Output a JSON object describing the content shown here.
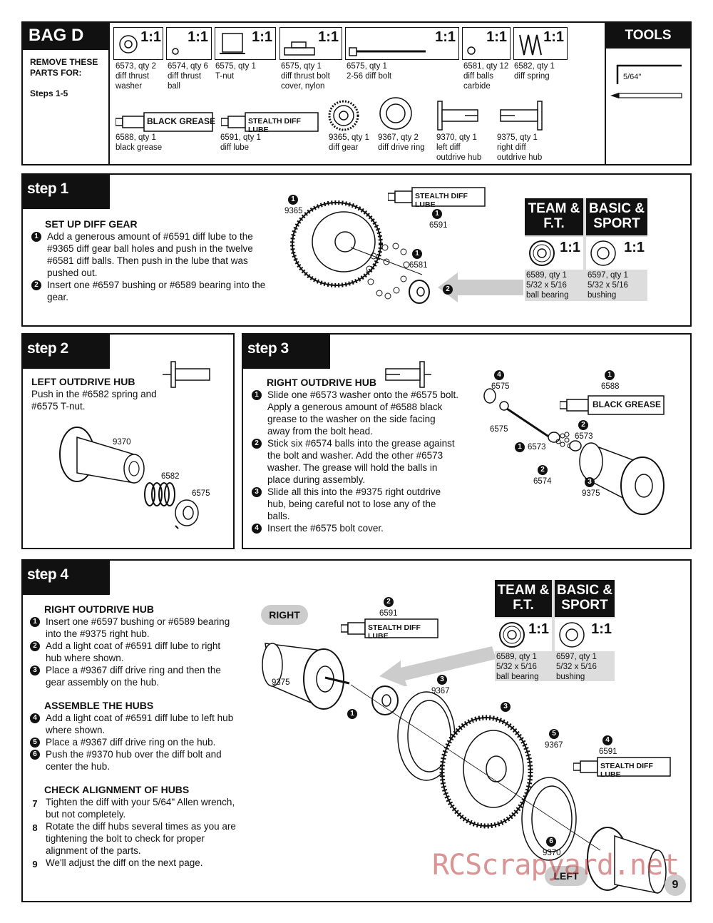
{
  "bag_d": {
    "title": "BAG D",
    "remove_text": "REMOVE THESE PARTS FOR:",
    "steps_text": "Steps 1-5",
    "ratio": "1:1",
    "parts": [
      {
        "l1": "6573, qty 2",
        "l2": "diff thrust",
        "l3": "washer"
      },
      {
        "l1": "6574, qty 6",
        "l2": "diff thrust",
        "l3": "ball"
      },
      {
        "l1": "6575, qty 1",
        "l2": "T-nut",
        "l3": ""
      },
      {
        "l1": "6575, qty 1",
        "l2": "diff thrust bolt",
        "l3": "cover, nylon"
      },
      {
        "l1": "6575, qty 1",
        "l2": "2-56 diff bolt",
        "l3": ""
      },
      {
        "l1": "6581, qty 12",
        "l2": "diff balls",
        "l3": "carbide"
      },
      {
        "l1": "6582, qty 1",
        "l2": "diff spring",
        "l3": ""
      }
    ],
    "parts2": [
      {
        "l1": "6588, qty 1",
        "l2": "black grease",
        "l3": ""
      },
      {
        "l1": "6591, qty 1",
        "l2": "diff lube",
        "l3": ""
      },
      {
        "l1": "9365, qty 1",
        "l2": "diff gear",
        "l3": ""
      },
      {
        "l1": "9367, qty 2",
        "l2": "diff drive ring",
        "l3": ""
      },
      {
        "l1": "9370, qty 1",
        "l2": "left diff",
        "l3": "outdrive hub"
      },
      {
        "l1": "9375, qty 1",
        "l2": "right diff",
        "l3": "outdrive hub"
      }
    ],
    "black_grease_label": "BLACK GREASE",
    "stealth_label": "STEALTH DIFF LUBE",
    "tools_title": "TOOLS USED",
    "allen_label": "5/64\""
  },
  "step1": {
    "tab": "step 1",
    "title": "SET UP DIFF GEAR",
    "items": [
      {
        "n": "1",
        "t": "Add a generous amount of #6591 diff lube to the #9365 diff gear ball holes and push in the twelve #6581 diff balls. Then push in the lube that was pushed out."
      },
      {
        "n": "2",
        "t": "Insert one #6597 bushing or #6589 bearing into the gear."
      }
    ],
    "callouts": {
      "gear": "9365",
      "lube": "6591",
      "balls": "6581",
      "n1": "1",
      "n2": "2"
    },
    "table": {
      "h1": "TEAM & F.T.",
      "h2": "BASIC & SPORT",
      "ratio": "1:1",
      "c1": [
        "6589, qty 1",
        "5/32 x 5/16",
        "ball bearing"
      ],
      "c2": [
        "6597, qty 1",
        "5/32 x 5/16",
        "bushing"
      ]
    }
  },
  "step2": {
    "tab": "step 2",
    "title": "LEFT OUTDRIVE HUB",
    "text": "Push in the #6582 spring and #6575 T-nut.",
    "callouts": {
      "hub": "9370",
      "spring": "6582",
      "tnut": "6575"
    }
  },
  "step3": {
    "tab": "step 3",
    "title": "RIGHT OUTDRIVE HUB",
    "items": [
      {
        "n": "1",
        "t": "Slide one #6573 washer onto the #6575 bolt. Apply a generous amount of #6588 black grease to the washer on the side facing away from the bolt head."
      },
      {
        "n": "2",
        "t": "Stick six #6574 balls into the grease against the bolt and washer. Add the other #6573 washer. The grease will hold the balls in place during assembly."
      },
      {
        "n": "3",
        "t": "Slide all this into the #9375 right outdrive hub, being careful not to lose any of the balls."
      },
      {
        "n": "4",
        "t": "Insert the #6575 bolt cover."
      }
    ],
    "callouts": {
      "c6575a": "6575",
      "c6588": "6588",
      "c6575b": "6575",
      "c6573a": "6573",
      "c6573b": "6573",
      "c6574": "6574",
      "c9375": "9375"
    }
  },
  "step4": {
    "tab": "step 4",
    "sections": [
      {
        "title": "RIGHT OUTDRIVE HUB",
        "items": [
          {
            "n": "1",
            "t": "Insert one #6597 bushing or #6589 bearing into the #9375 right hub."
          },
          {
            "n": "2",
            "t": "Add a light coat of #6591 diff lube to right hub where shown."
          },
          {
            "n": "3",
            "t": "Place a #9367 diff drive ring and then the gear assembly on the hub."
          }
        ]
      },
      {
        "title": "ASSEMBLE THE HUBS",
        "items": [
          {
            "n": "4",
            "t": "Add a light coat of #6591 diff lube to left hub where shown."
          },
          {
            "n": "5",
            "t": "Place a #9367 diff drive ring on the hub."
          },
          {
            "n": "6",
            "t": "Push the #9370 hub over the diff bolt and center the hub."
          }
        ]
      },
      {
        "title": "CHECK ALIGNMENT OF HUBS",
        "items": [
          {
            "n": "7",
            "t": "Tighten the diff with your 5/64\" Allen wrench, but not completely."
          },
          {
            "n": "8",
            "t": "Rotate the diff hubs several times as you are tightening the bolt to check for proper alignment of the parts."
          },
          {
            "n": "9",
            "t": "We'll adjust the diff on the next page."
          }
        ]
      }
    ],
    "right_label": "RIGHT",
    "left_label": "LEFT",
    "callouts": {
      "c6591a": "6591",
      "c9375": "9375",
      "c9367a": "9367",
      "c9367b": "9367",
      "c6591b": "6591",
      "c9370": "9370"
    },
    "table": {
      "h1": "TEAM & F.T.",
      "h2": "BASIC & SPORT",
      "ratio": "1:1",
      "c1": [
        "6589, qty 1",
        "5/32 x 5/16",
        "ball bearing"
      ],
      "c2": [
        "6597, qty 1",
        "5/32 x 5/16",
        "bushing"
      ]
    }
  },
  "page_number": "9",
  "watermark": "RCScrapyard.net"
}
